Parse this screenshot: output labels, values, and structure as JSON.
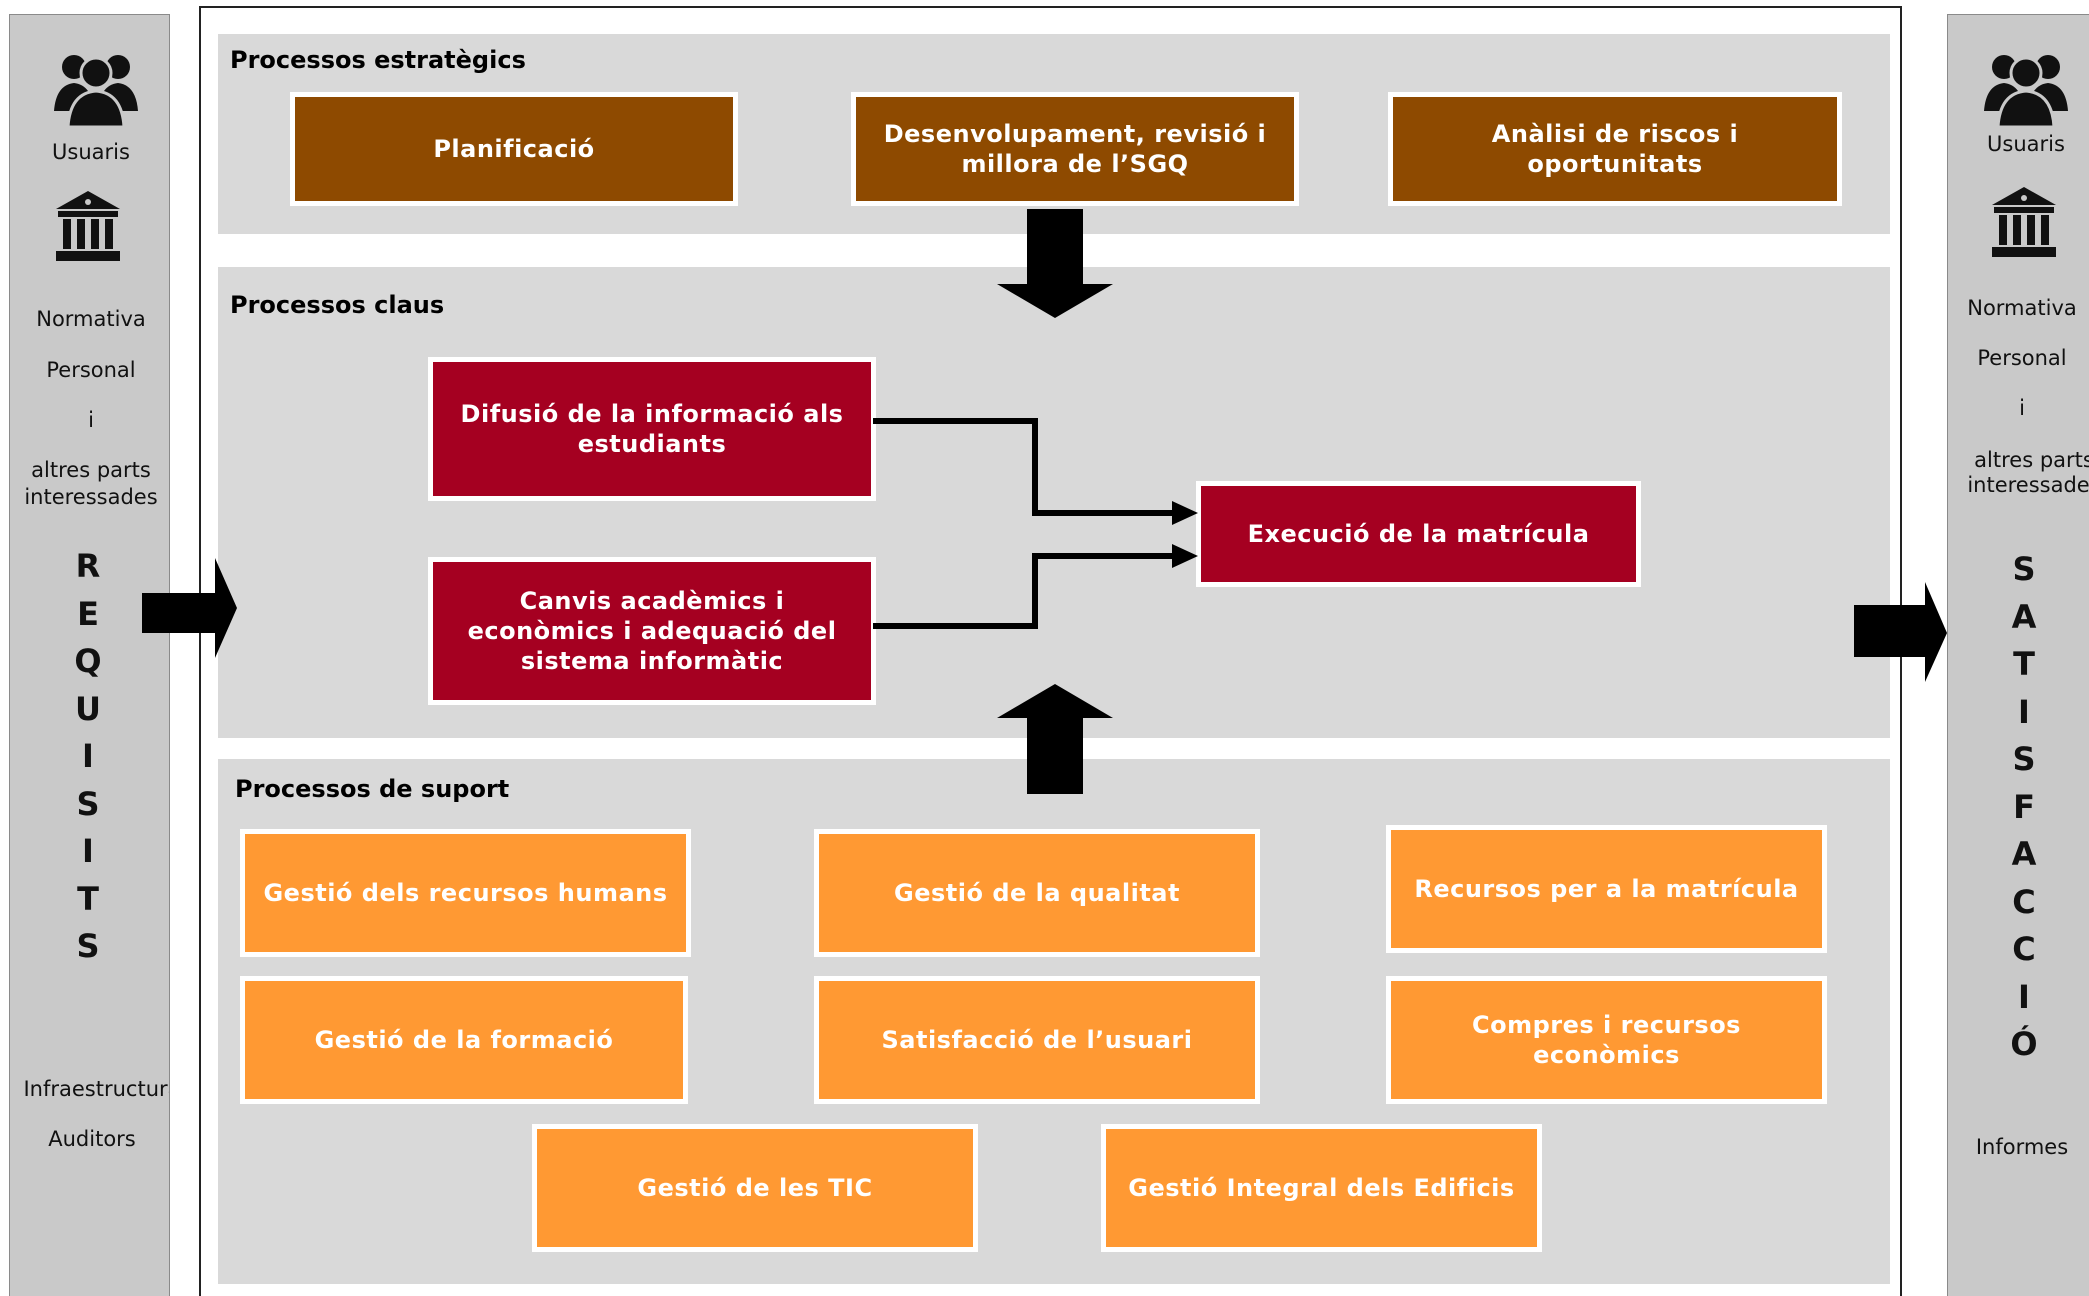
{
  "left_panel": {
    "users_label": "Usuaris",
    "normativa": "Normativa",
    "personal": "Personal",
    "i": "i",
    "altres": "altres parts",
    "interessades": "interessades",
    "letters": [
      "R",
      "E",
      "Q",
      "U",
      "I",
      "S",
      "I",
      "T",
      "S"
    ],
    "infraestructura": "Infraestructura",
    "auditors": "Auditors"
  },
  "right_panel": {
    "users_label": "Usuaris",
    "normativa": "Normativa",
    "personal": "Personal",
    "i": "i",
    "altres": "altres parts",
    "interessades": "interessades",
    "letters": [
      "S",
      "A",
      "T",
      "I",
      "S",
      "F",
      "A",
      "C",
      "C",
      "I",
      "Ó"
    ],
    "informes": "Informes"
  },
  "strategic": {
    "title": "Processos estratègics",
    "boxes": [
      "Planificació",
      "Desenvolupament, revisió i millora de l’SGQ",
      "Anàlisi de riscos i oportunitats"
    ]
  },
  "key": {
    "title": "Processos claus",
    "boxes": [
      "Difusió de la informació als estudiants",
      "Canvis acadèmics i econòmics i adequació del sistema informàtic",
      "Execució de la matrícula"
    ]
  },
  "support": {
    "title": "Processos de suport",
    "boxes": [
      "Gestió dels recursos humans",
      "Gestió de la qualitat",
      "Recursos per a la matrícula",
      "Gestió de la formació",
      "Satisfacció de l’usuari",
      "Compres i recursos econòmics",
      "Gestió de les TIC",
      "Gestió Integral dels Edificis"
    ]
  },
  "colors": {
    "strategic": "#8e4a00",
    "key": "#a50021",
    "support": "#ff9933",
    "section_bg": "#d9d9d9",
    "sidebar_bg": "#c9c9c9"
  },
  "icons": [
    "users-icon",
    "institution-icon",
    "arrow-right-icon",
    "arrow-down-icon",
    "arrow-up-icon"
  ]
}
